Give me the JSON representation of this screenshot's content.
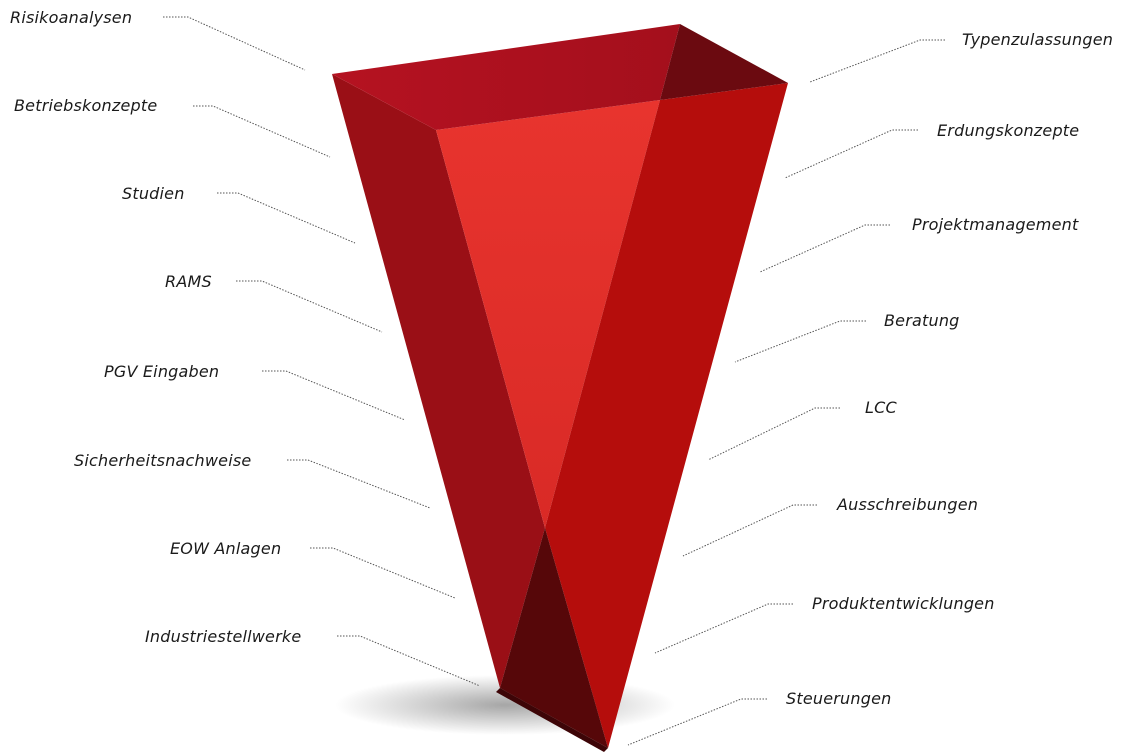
{
  "left_labels": [
    {
      "id": "risikoanalysen",
      "text": "Risikoanalysen"
    },
    {
      "id": "betriebskonzepte",
      "text": "Betriebskonzepte"
    },
    {
      "id": "studien",
      "text": "Studien"
    },
    {
      "id": "rams",
      "text": "RAMS"
    },
    {
      "id": "pgv-eingaben",
      "text": "PGV Eingaben"
    },
    {
      "id": "sicherheitsnachweise",
      "text": "Sicherheitsnachweise"
    },
    {
      "id": "eow-anlagen",
      "text": "EOW Anlagen"
    },
    {
      "id": "industriestellwerke",
      "text": "Industriestellwerke"
    }
  ],
  "right_labels": [
    {
      "id": "typenzulassungen",
      "text": "Typenzulassungen"
    },
    {
      "id": "erdungskonzepte",
      "text": "Erdungskonzepte"
    },
    {
      "id": "projektmanagement",
      "text": "Projektmanagement"
    },
    {
      "id": "beratung",
      "text": "Beratung"
    },
    {
      "id": "lcc",
      "text": "LCC"
    },
    {
      "id": "ausschreibungen",
      "text": "Ausschreibungen"
    },
    {
      "id": "produktentwicklungen",
      "text": "Produktentwicklungen"
    },
    {
      "id": "steuerungen",
      "text": "Steuerungen"
    }
  ],
  "colors": {
    "left_face": "#9a0f16",
    "inner_face": "#e2302b",
    "right_face": "#b50d0c",
    "top_face": "#b0101e",
    "top_dark_corner": "#6b0a10",
    "bottom_dark": "#560709",
    "leader_line": "#555555",
    "label_text": "#1a1a1a"
  }
}
